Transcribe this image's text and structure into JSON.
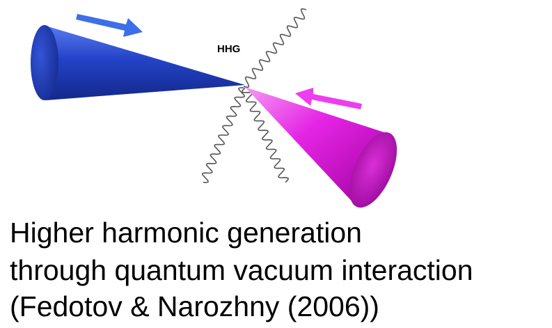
{
  "figure": {
    "label": "HHG",
    "colors": {
      "left_beam": "#2a4fd0",
      "right_beam": "#e020e0",
      "left_arrow": "#3d6fe8",
      "right_arrow": "#ee3cee",
      "wave": "#555555"
    }
  },
  "caption": {
    "line1": "Higher harmonic generation",
    "line2": "through quantum vacuum interaction",
    "line3": "(Fedotov & Narozhny (2006))"
  }
}
